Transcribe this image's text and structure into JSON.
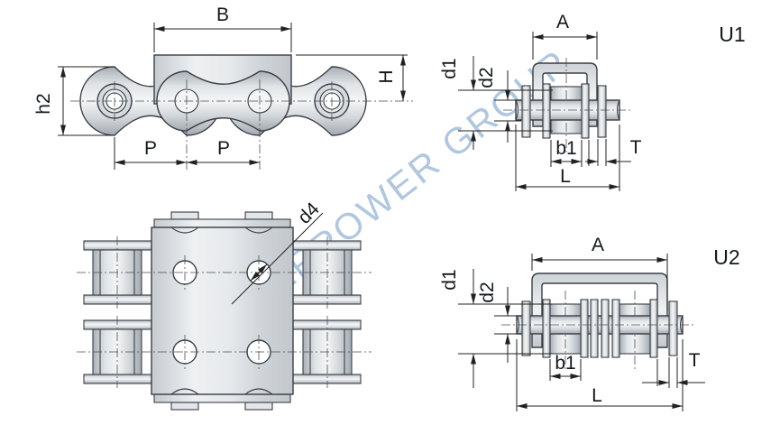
{
  "watermark": {
    "text": "EVERPOWER GROUP",
    "color": "#b0c7e0"
  },
  "side_view": {
    "dim_b": "B",
    "dim_h": "H",
    "dim_h2": "h2",
    "dim_p_left": "P",
    "dim_p_right": "P"
  },
  "plan_view": {
    "dim_d4": "d4"
  },
  "u1_view": {
    "title": "U1",
    "dim_a": "A",
    "dim_d1": "d1",
    "dim_d2": "d2",
    "dim_b1": "b1",
    "dim_t": "T",
    "dim_l": "L"
  },
  "u2_view": {
    "title": "U2",
    "dim_a": "A",
    "dim_d1": "d1",
    "dim_d2": "d2",
    "dim_b1": "b1",
    "dim_t": "T",
    "dim_l": "L"
  },
  "colors": {
    "outline": "#3a3f45",
    "dimension_lines": "#222222",
    "metal_light": "#f4f5f6",
    "metal_dark": "#a8afb6",
    "watermark_blue": "#b0c7e0"
  }
}
